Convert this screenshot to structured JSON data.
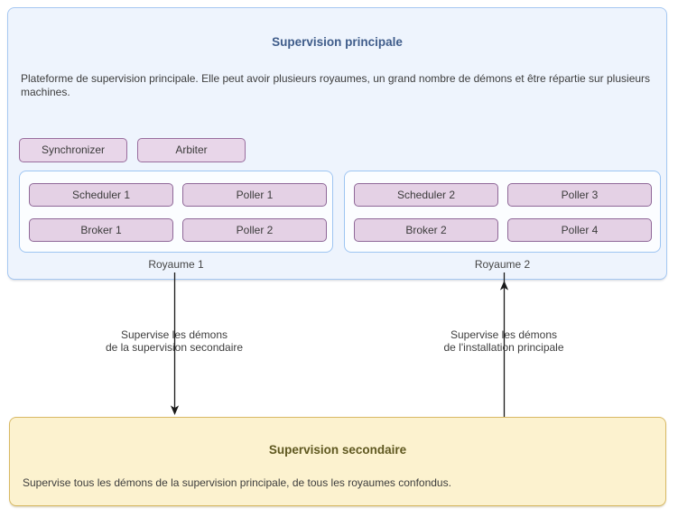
{
  "principal": {
    "title": "Supervision principale",
    "description": "Plateforme de supervision principale. Elle peut avoir plusieurs royaumes, un grand nombre de démons et être répartie sur plusieurs machines.",
    "daemons": [
      {
        "label": "Synchronizer"
      },
      {
        "label": "Arbiter"
      }
    ],
    "realms": [
      {
        "name": "Royaume 1",
        "daemons": [
          "Scheduler 1",
          "Poller 1",
          "Broker 1",
          "Poller 2"
        ]
      },
      {
        "name": "Royaume 2",
        "daemons": [
          "Scheduler 2",
          "Poller 3",
          "Broker 2",
          "Poller 4"
        ]
      }
    ]
  },
  "arrows": {
    "to_secondary": {
      "direction": "down",
      "line1": "Supervise les démons",
      "line2": "de la supervision secondaire"
    },
    "to_principal": {
      "direction": "up",
      "line1": "Supervise les démons",
      "line2": "de l'installation principale"
    }
  },
  "secondary": {
    "title": "Supervision secondaire",
    "description": "Supervise tous les démons de la supervision principale, de tous les royaumes confondus."
  },
  "colors": {
    "principal_box_bg": "#eef4fd",
    "principal_box_border": "#a6c8f2",
    "principal_title_text": "#3f5c8a",
    "realm_box_bg": "#fbfdff",
    "realm_box_border": "#9ec5f2",
    "daemon_node_bg": "#e4d1e5",
    "daemon_node_border": "#8f6898",
    "secondary_box_bg": "#fcf2cf",
    "secondary_box_border": "#d8b964",
    "secondary_title_text": "#5f5820",
    "body_text": "#3d3d3d",
    "arrow_line": "#1a1a1a"
  }
}
